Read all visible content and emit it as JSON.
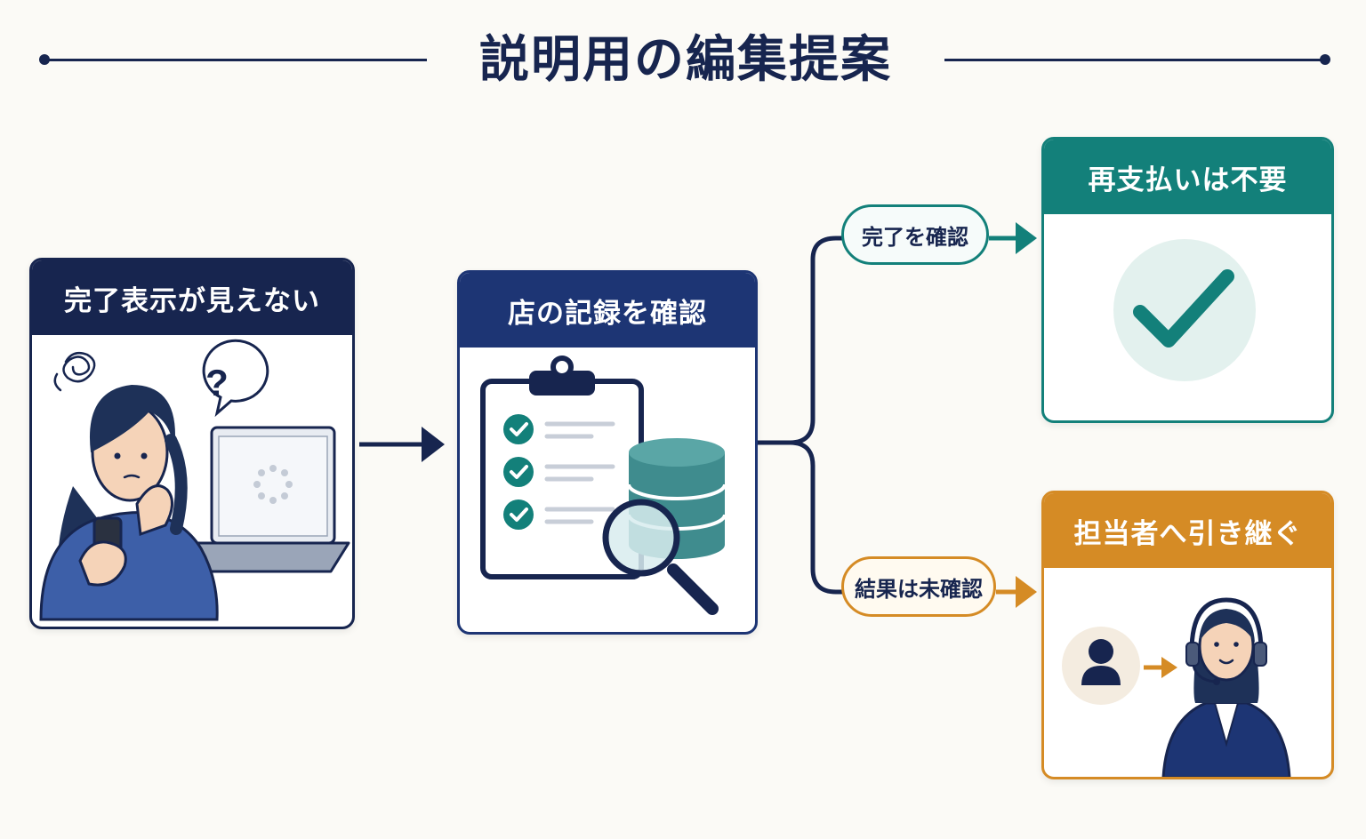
{
  "title": "説明用の編集提案",
  "steps": {
    "problem": {
      "label": "完了表示が見えない",
      "question_mark": "?"
    },
    "check": {
      "label": "店の記録を確認"
    },
    "no_repay": {
      "label": "再支払いは不要"
    },
    "handoff": {
      "label": "担当者へ引き継ぐ"
    }
  },
  "branches": {
    "confirmed": {
      "label": "完了を確認"
    },
    "unconfirmed": {
      "label": "結果は未確認"
    }
  },
  "colors": {
    "navy": "#17254f",
    "blue": "#1d3574",
    "teal": "#13807a",
    "orange": "#d58b25",
    "background": "#fbfaf6"
  }
}
